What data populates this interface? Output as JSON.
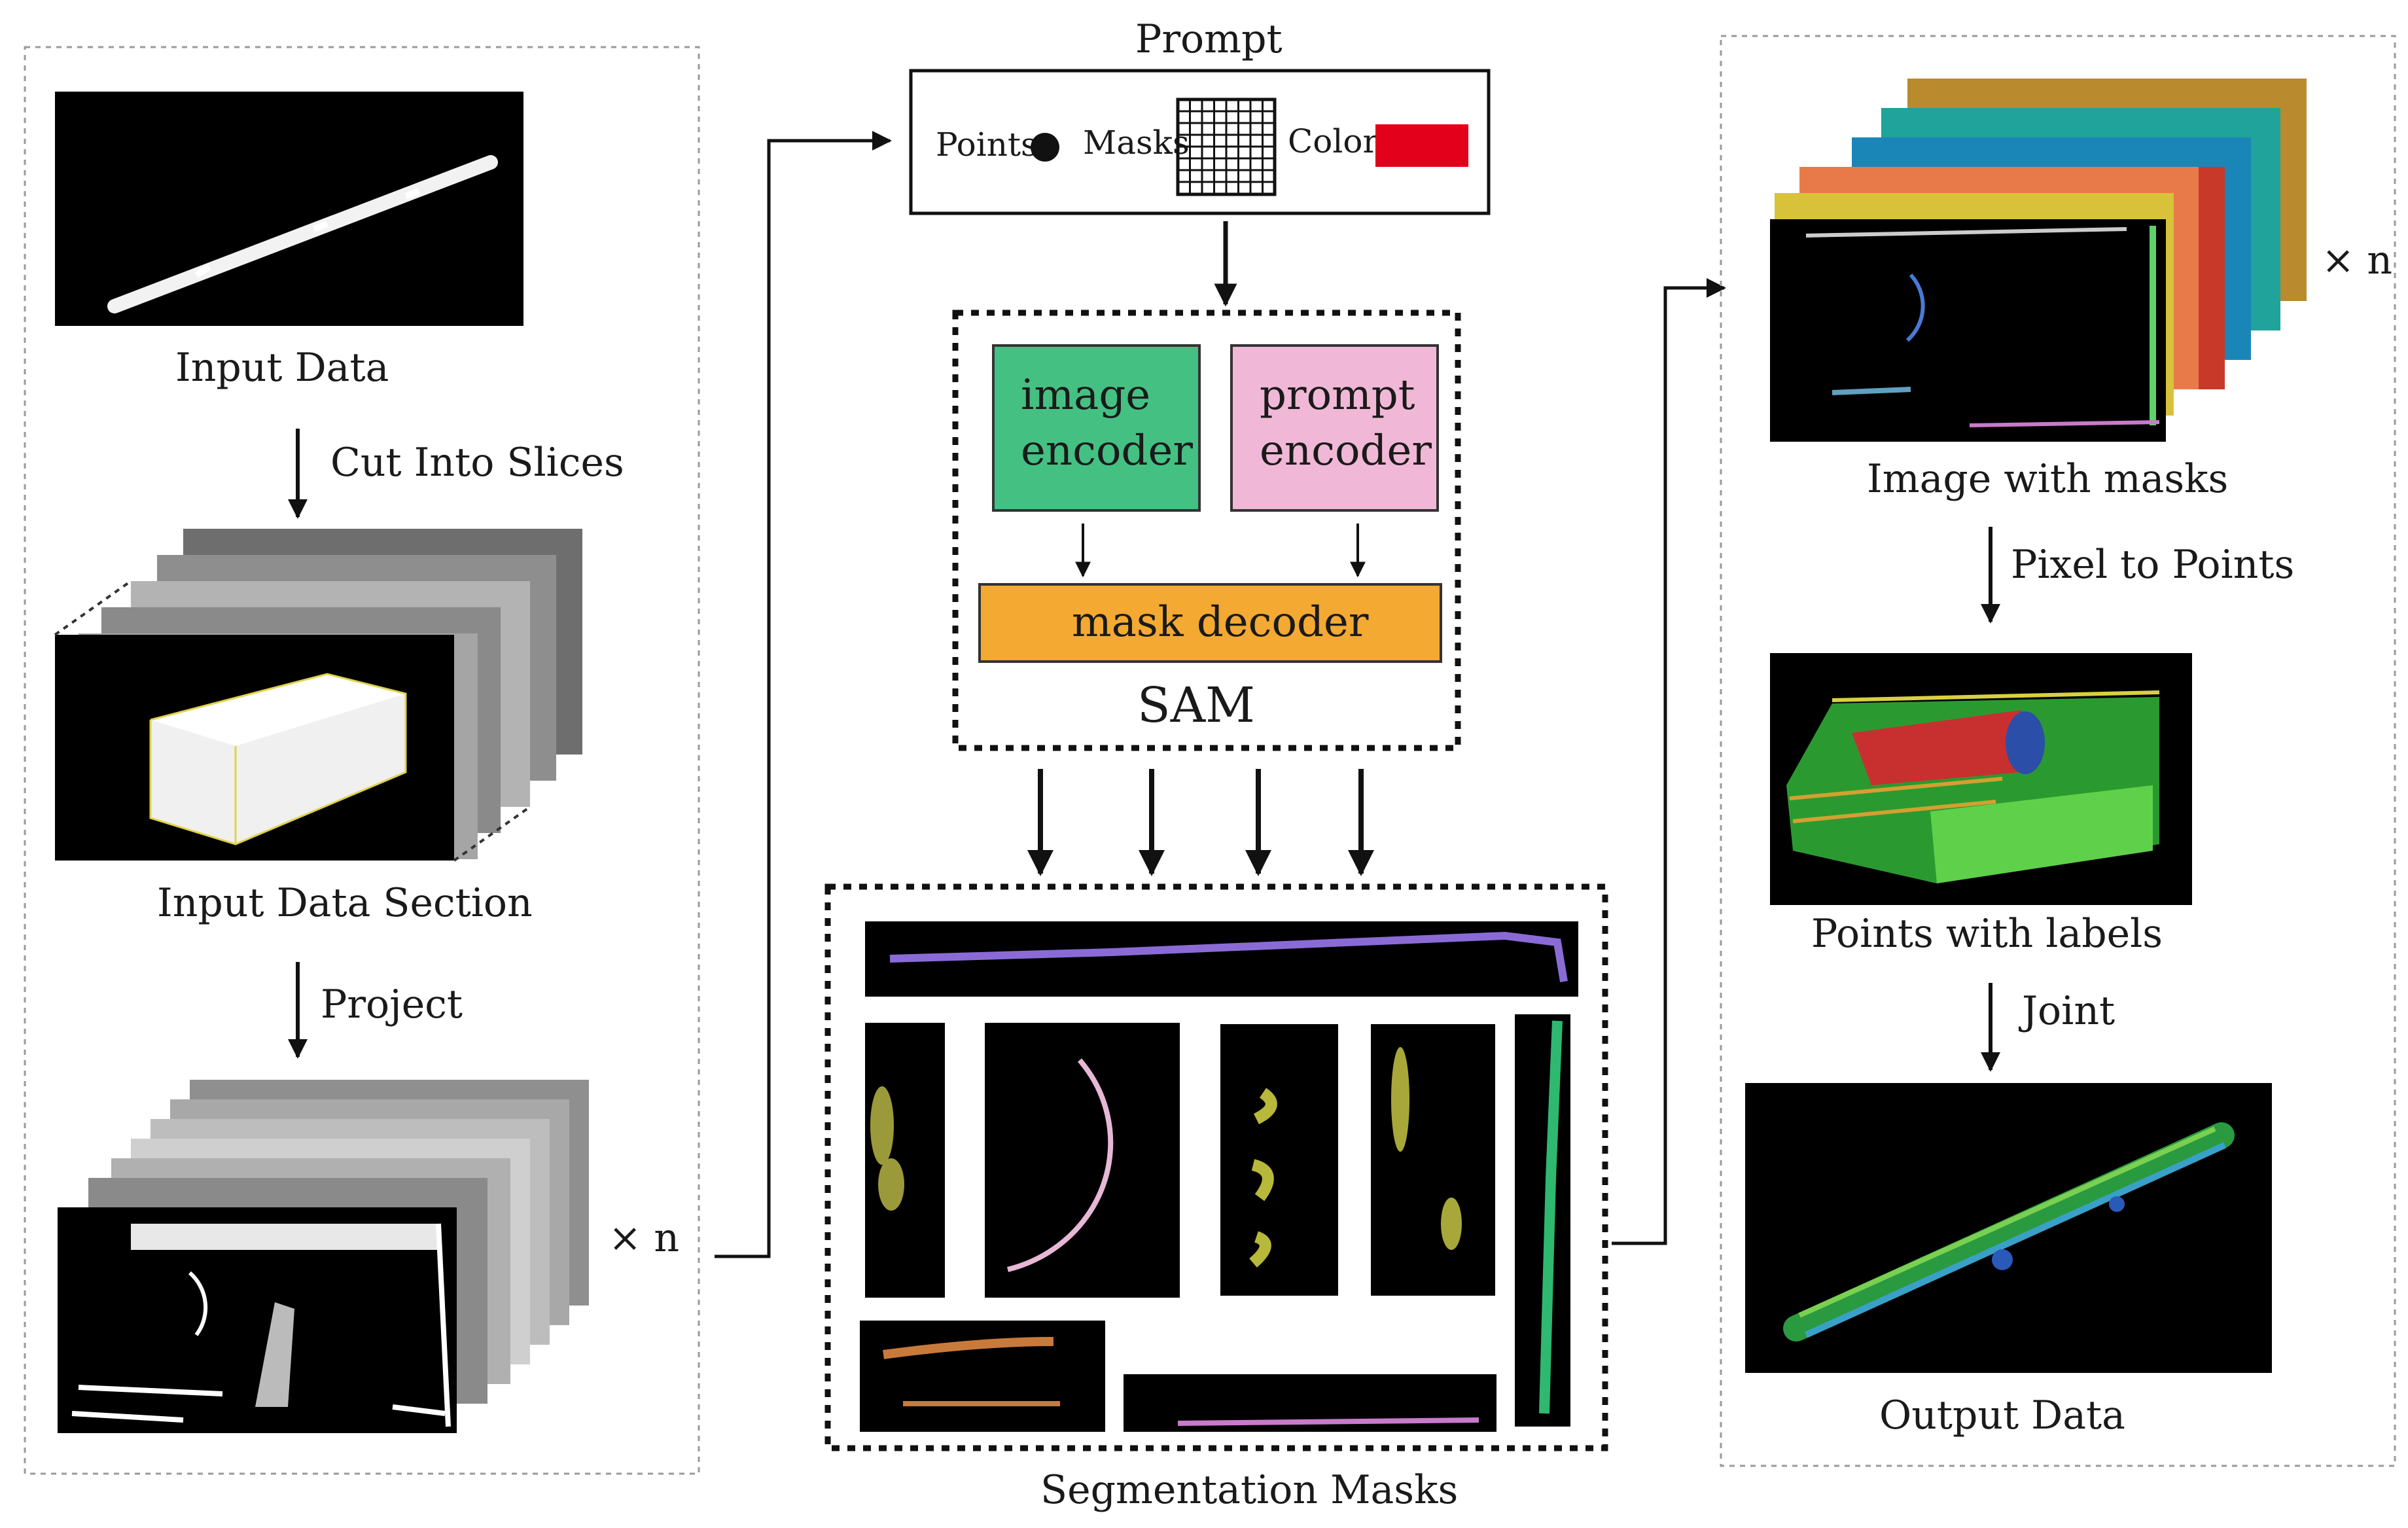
{
  "labels": {
    "input_data": "Input Data",
    "cut_into_slices": "Cut Into Slices",
    "input_data_section": "Input Data Section",
    "project": "Project",
    "times_n_left": "× n",
    "prompt_title": "Prompt",
    "points": "Points",
    "masks": "Masks",
    "color": "Color",
    "image_encoder_line1": "image",
    "image_encoder_line2": "encoder",
    "prompt_encoder_line1": "prompt",
    "prompt_encoder_line2": "encoder",
    "mask_decoder": "mask decoder",
    "sam": "SAM",
    "segmentation_masks": "Segmentation Masks",
    "image_with_masks": "Image with masks",
    "times_n_right": "× n",
    "pixel_to_points": "Pixel to Points",
    "points_with_labels": "Points with labels",
    "joint": "Joint",
    "output_data": "Output Data"
  },
  "colors": {
    "image_encoder": "#45c083",
    "prompt_encoder": "#f0b8d6",
    "mask_decoder": "#f3a932",
    "prompt_color_swatch": "#e3001b",
    "panel_black": "#000000",
    "slice_gray_dark": "#6e6e6e",
    "slice_gray_mid": "#9a9a9a",
    "slice_gray_light": "#c4c4c4",
    "mask_layers": [
      "#b98a2e",
      "#1fa39a",
      "#1a86b8",
      "#c9392a",
      "#e87a4a",
      "#d8c23a"
    ]
  },
  "icons": [
    "point-dot-icon",
    "mask-grid-icon",
    "color-swatch-icon"
  ]
}
